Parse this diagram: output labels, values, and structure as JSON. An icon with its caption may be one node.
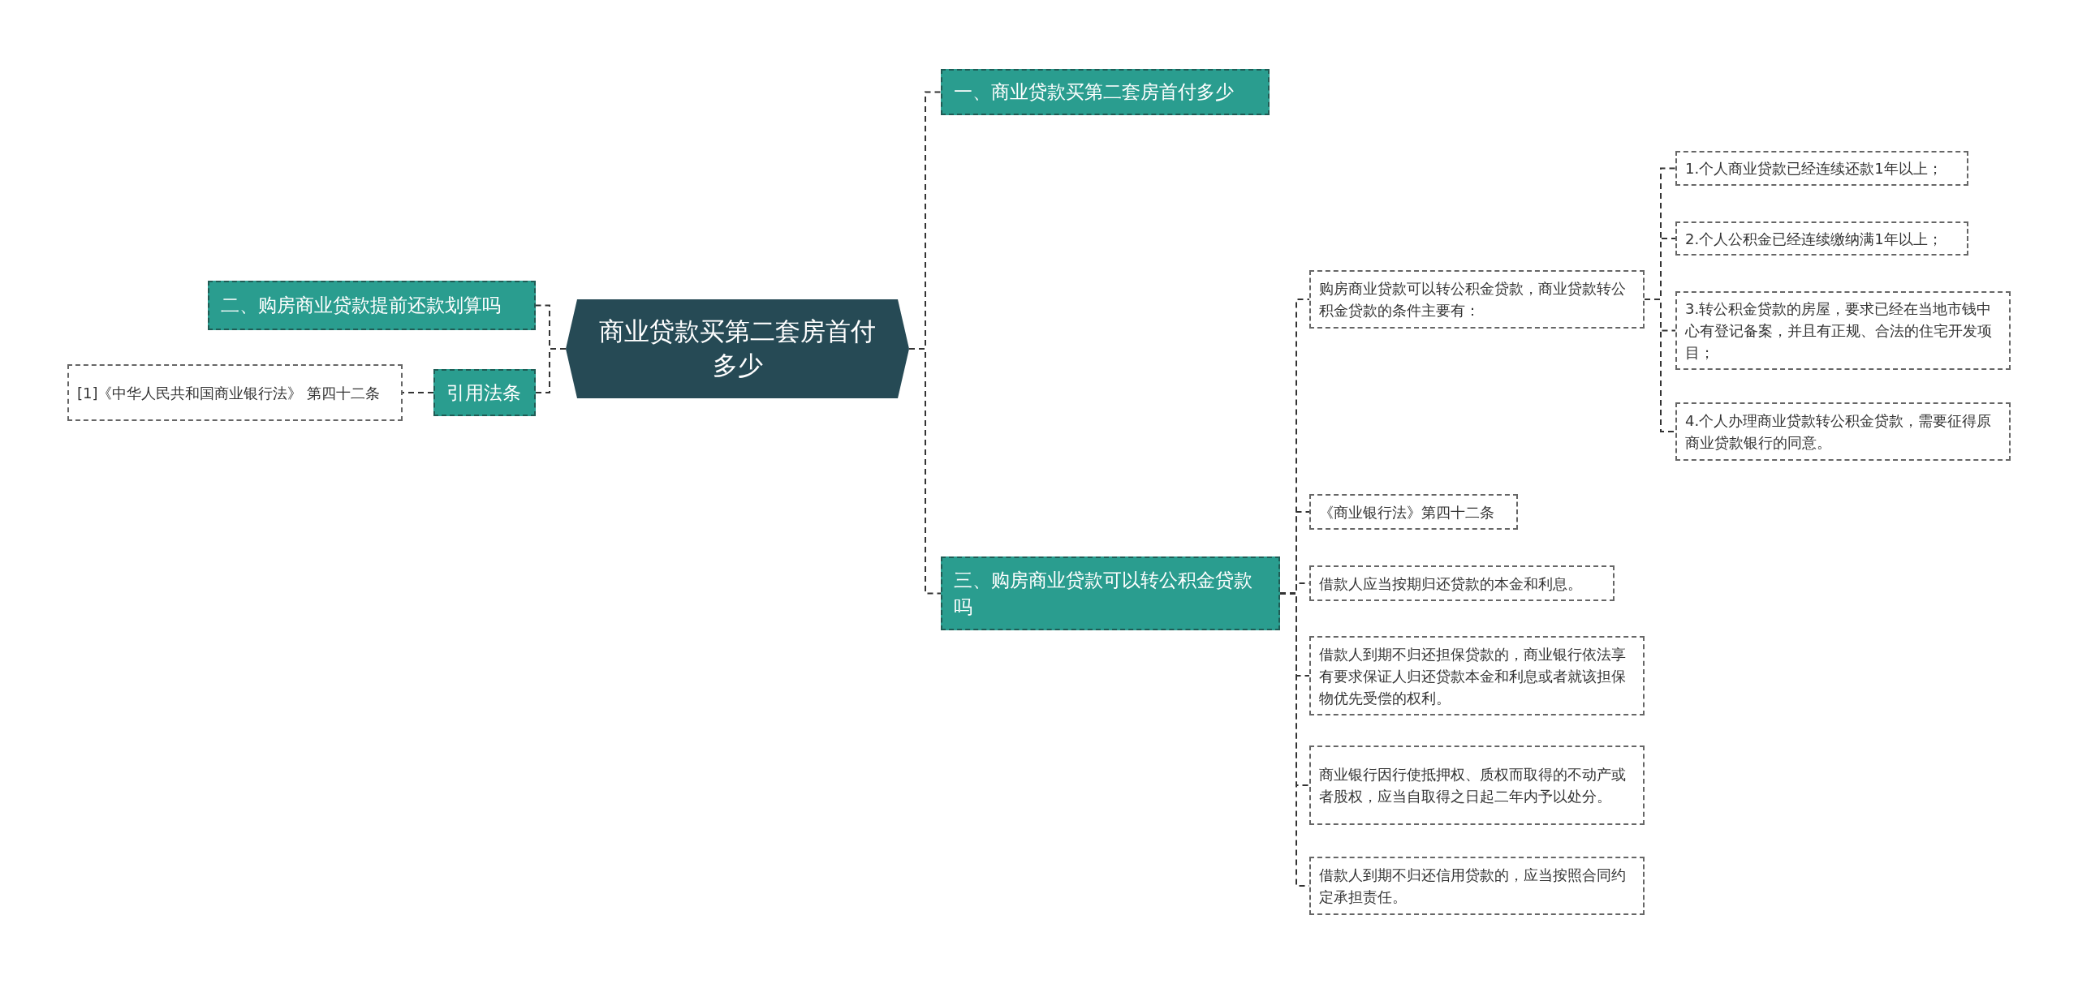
{
  "diagram": {
    "nodes": [
      {
        "text": [
          "商业贷款买第二套房首付多少"
        ]
      },
      {
        "text": [
          "一、商业贷款买第二套房首付多少"
        ]
      },
      {
        "text": [
          "三、购房商业贷款可以转公积金贷款吗"
        ]
      },
      {
        "text": [
          "购房商业贷款可以转公积金贷款，商业贷款转公积金贷款的条件主要有："
        ]
      },
      {
        "text": [
          "1.个人商业贷款已经连续还款1年以上；"
        ]
      },
      {
        "text": [
          "2.个人公积金已经连续缴纳满1年以上；"
        ]
      },
      {
        "text": [
          "3.转公积金贷款的房屋，要求已经在当地市钱中心有登记备案，并且有正规、合法的住宅开发项目；"
        ]
      },
      {
        "text": [
          "4.个人办理商业贷款转公积金贷款，需要征得原商业贷款银行的同意。"
        ]
      },
      {
        "text": [
          "《商业银行法》第四十二条"
        ]
      },
      {
        "text": [
          "借款人应当按期归还贷款的本金和利息。"
        ]
      },
      {
        "text": [
          "借款人到期不归还担保贷款的，商业银行依法享有要求保证人归还贷款本金和利息或者就该担保物优先受偿的权利。"
        ]
      },
      {
        "text": [
          "商业银行因行使抵押权、质权而取得的不动产或者股权，应当自取得之日起二年内予以处分。"
        ]
      },
      {
        "text": [
          "借款人到期不归还信用贷款的，应当按照合同约定承担责任。"
        ]
      },
      {
        "text": [
          "二、购房商业贷款提前还款划算吗"
        ]
      },
      {
        "text": [
          "引用法条"
        ]
      },
      {
        "text": [
          "[1]《中华人民共和国商业银行法》 第四十二条"
        ]
      }
    ],
    "edges": [
      {
        "from": 0,
        "to": 1,
        "arrow": "none"
      },
      {
        "from": 0,
        "to": 2,
        "arrow": "none"
      },
      {
        "from": 2,
        "to": 3,
        "arrow": "none"
      },
      {
        "from": 3,
        "to": 4,
        "arrow": "none"
      },
      {
        "from": 3,
        "to": 5,
        "arrow": "none"
      },
      {
        "from": 3,
        "to": 6,
        "arrow": "none"
      },
      {
        "from": 3,
        "to": 7,
        "arrow": "none"
      },
      {
        "from": 2,
        "to": 8,
        "arrow": "none"
      },
      {
        "from": 2,
        "to": 9,
        "arrow": "none"
      },
      {
        "from": 2,
        "to": 10,
        "arrow": "none"
      },
      {
        "from": 2,
        "to": 11,
        "arrow": "none"
      },
      {
        "from": 2,
        "to": 12,
        "arrow": "none"
      },
      {
        "from": 0,
        "to": 13,
        "arrow": "none"
      },
      {
        "from": 0,
        "to": 14,
        "arrow": "none"
      },
      {
        "from": 14,
        "to": 15,
        "arrow": "none"
      }
    ]
  }
}
